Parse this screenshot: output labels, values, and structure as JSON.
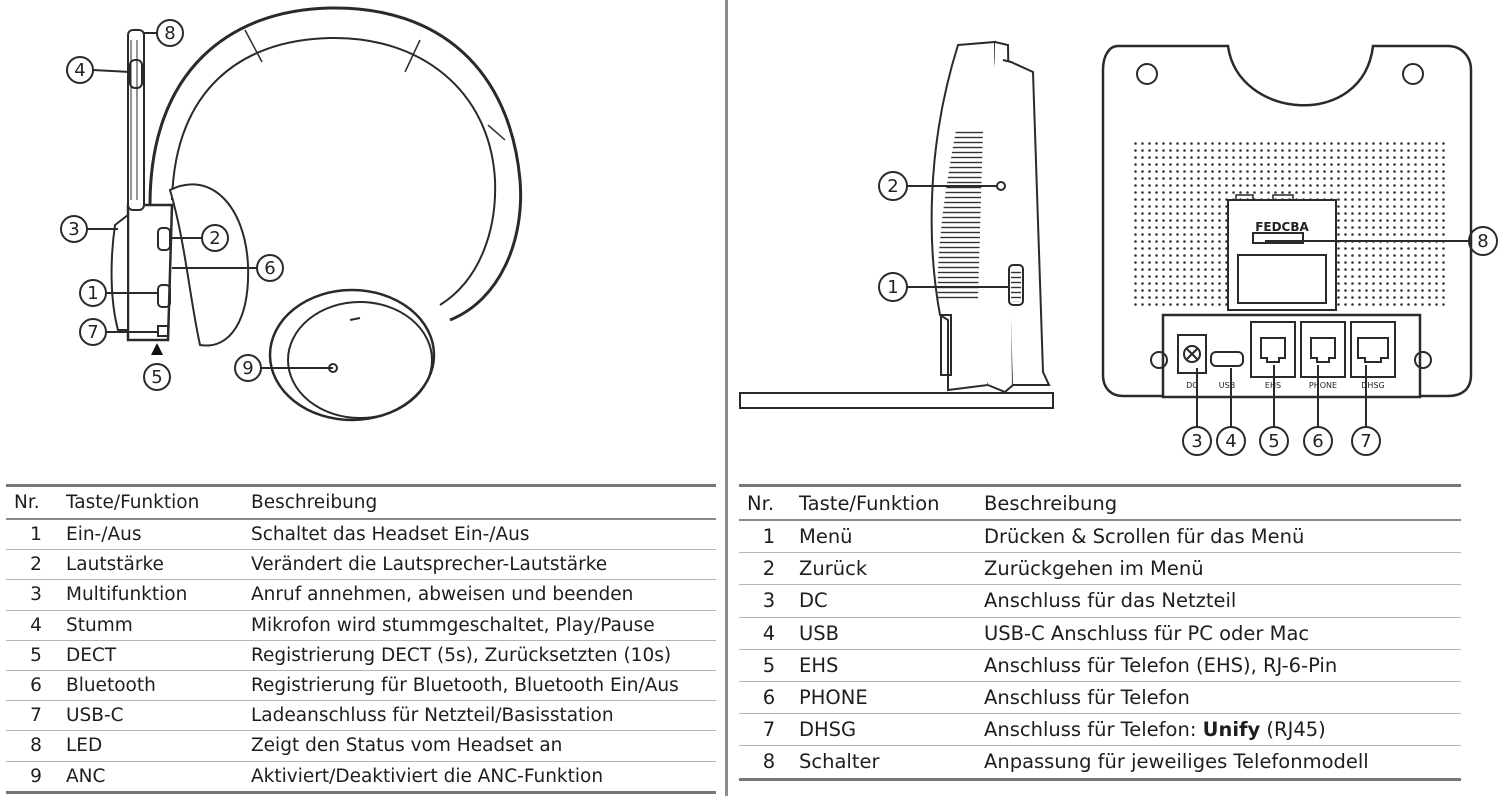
{
  "headset": {
    "callouts": [
      "1",
      "2",
      "3",
      "4",
      "5",
      "6",
      "7",
      "8",
      "9"
    ],
    "table": {
      "headers": {
        "nr": "Nr.",
        "key": "Taste/Funktion",
        "desc": "Beschreibung"
      },
      "rows": [
        {
          "nr": "1",
          "key": "Ein-/Aus",
          "desc": "Schaltet das Headset Ein-/Aus"
        },
        {
          "nr": "2",
          "key": "Lautstärke",
          "desc": "Verändert die Lautsprecher-Lautstärke"
        },
        {
          "nr": "3",
          "key": "Multifunktion",
          "desc": "Anruf annehmen, abweisen und beenden"
        },
        {
          "nr": "4",
          "key": "Stumm",
          "desc": "Mikrofon wird stummgeschaltet, Play/Pause"
        },
        {
          "nr": "5",
          "key": "DECT",
          "desc": "Registrierung DECT (5s), Zurücksetzten (10s)"
        },
        {
          "nr": "6",
          "key": "Bluetooth",
          "desc": "Registrierung für Bluetooth, Bluetooth Ein/Aus"
        },
        {
          "nr": "7",
          "key": "USB-C",
          "desc": "Ladeanschluss für Netzteil/Basisstation"
        },
        {
          "nr": "8",
          "key": "LED",
          "desc": "Zeigt den Status vom Headset an"
        },
        {
          "nr": "9",
          "key": "ANC",
          "desc": "Aktiviert/Deaktiviert die ANC-Funktion"
        }
      ]
    }
  },
  "base": {
    "callouts": [
      "1",
      "2",
      "3",
      "4",
      "5",
      "6",
      "7",
      "8"
    ],
    "switch_label": "FEDCBA",
    "port_labels": {
      "dc": "DC",
      "usb": "USB",
      "ehs": "EHS",
      "phone": "PHONE",
      "dhsg": "DHSG"
    },
    "table": {
      "headers": {
        "nr": "Nr.",
        "key": "Taste/Funktion",
        "desc": "Beschreibung"
      },
      "rows": [
        {
          "nr": "1",
          "key": "Menü",
          "desc": "Drücken & Scrollen für das Menü"
        },
        {
          "nr": "2",
          "key": "Zurück",
          "desc": "Zurückgehen im Menü"
        },
        {
          "nr": "3",
          "key": "DC",
          "desc": "Anschluss für das Netzteil"
        },
        {
          "nr": "4",
          "key": "USB",
          "desc": "USB-C Anschluss für PC oder Mac"
        },
        {
          "nr": "5",
          "key": "EHS",
          "desc": "Anschluss für Telefon (EHS), RJ-6-Pin"
        },
        {
          "nr": "6",
          "key": "PHONE",
          "desc": "Anschluss für Telefon"
        },
        {
          "nr": "7",
          "key": "DHSG",
          "desc": "Anschluss für Telefon: ",
          "desc_bold": "Unify",
          "desc_suffix": " (RJ45)"
        },
        {
          "nr": "8",
          "key": "Schalter",
          "desc": "Anpassung für jeweiliges Telefonmodell"
        }
      ]
    }
  }
}
